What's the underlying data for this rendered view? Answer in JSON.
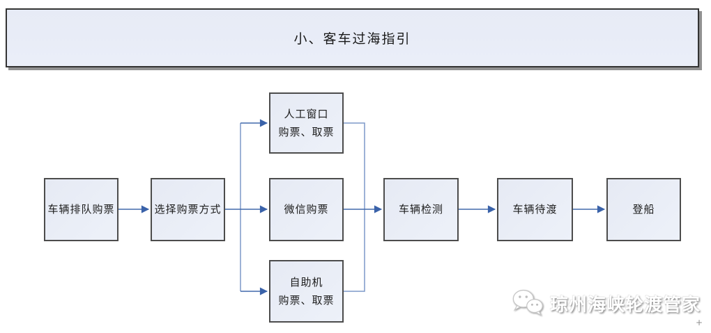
{
  "header": {
    "title": "小、客车过海指引"
  },
  "flowchart": {
    "nodes": [
      {
        "id": "queue",
        "label": "车辆排队购票"
      },
      {
        "id": "choose",
        "label": "选择购票方式"
      },
      {
        "id": "manual",
        "label": "人工窗口\n购票、取票"
      },
      {
        "id": "wechat",
        "label": "微信购票"
      },
      {
        "id": "selfservice",
        "label": "自助机\n购票、取票"
      },
      {
        "id": "inspection",
        "label": "车辆检测"
      },
      {
        "id": "waiting",
        "label": "车辆待渡"
      },
      {
        "id": "boarding",
        "label": "登船"
      }
    ],
    "colors": {
      "node_fill": "#e9edf6",
      "node_border": "#4c4c4c",
      "arrow_blue": "#4169ac",
      "elbow_blue": "#7d98c9",
      "header_fill": "#e9edf7",
      "header_shadow": "#919191"
    }
  },
  "watermark": {
    "icon": "wechat-icon",
    "text": "琼州海峡轮渡管家"
  },
  "corner_mark": "+"
}
